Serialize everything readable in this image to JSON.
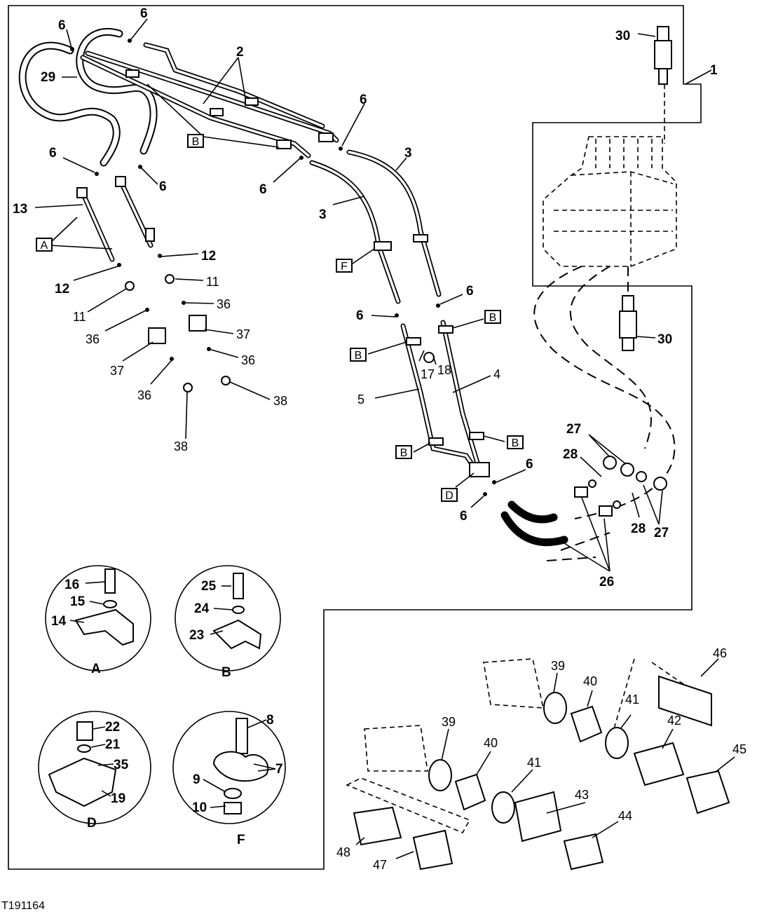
{
  "figure_id": "T191164",
  "callouts": {
    "n1": "1",
    "n2": "2",
    "n3": "3",
    "n4": "4",
    "n5": "5",
    "n6": "6",
    "n7": "7",
    "n8": "8",
    "n9": "9",
    "n10": "10",
    "n11": "11",
    "n12": "12",
    "n13": "13",
    "n14": "14",
    "n15": "15",
    "n16": "16",
    "n17": "17",
    "n18": "18",
    "n19": "19",
    "n21": "21",
    "n22": "22",
    "n23": "23",
    "n24": "24",
    "n25": "25",
    "n26": "26",
    "n27": "27",
    "n28": "28",
    "n29": "29",
    "n30": "30",
    "n35": "35",
    "n36": "36",
    "n37": "37",
    "n38": "38",
    "n39": "39",
    "n40": "40",
    "n41": "41",
    "n42": "42",
    "n43": "43",
    "n44": "44",
    "n45": "45",
    "n46": "46",
    "n47": "47",
    "n48": "48"
  },
  "clamp_letters": {
    "a": "A",
    "b": "B",
    "d": "D",
    "f": "F"
  },
  "detail_views": [
    "A",
    "B",
    "D",
    "F"
  ]
}
